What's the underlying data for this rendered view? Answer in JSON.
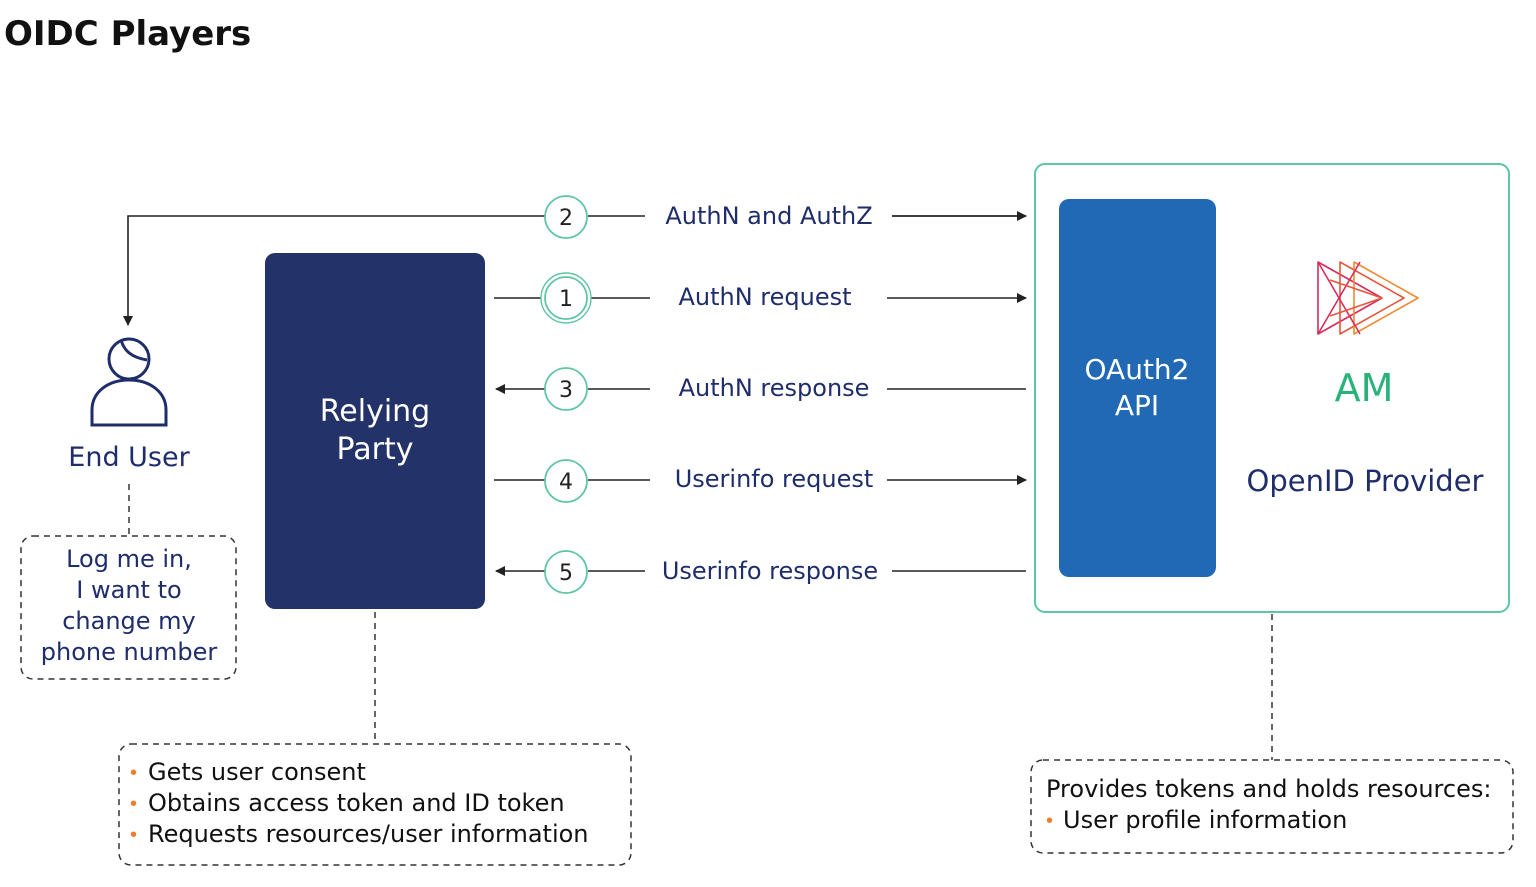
{
  "title": "OIDC Players",
  "end_user": {
    "label": "End User",
    "quote_lines": [
      "Log me in,",
      "I want to",
      "change my",
      "phone number"
    ]
  },
  "relying_party": {
    "label_lines": [
      "Relying",
      "Party"
    ],
    "notes": [
      "Gets user consent",
      "Obtains access token and ID token",
      "Requests resources/user information"
    ]
  },
  "openid_provider": {
    "api_lines": [
      "OAuth2",
      "API"
    ],
    "brand": "AM",
    "label": "OpenID Provider",
    "notes_heading": "Provides tokens and holds resources:",
    "notes": [
      "User profile information"
    ]
  },
  "flows": [
    {
      "step": "2",
      "label": "AuthN and AuthZ"
    },
    {
      "step": "1",
      "label": "AuthN request"
    },
    {
      "step": "3",
      "label": "AuthN response"
    },
    {
      "step": "4",
      "label": "Userinfo request"
    },
    {
      "step": "5",
      "label": "Userinfo response"
    }
  ],
  "colors": {
    "relying_party_fill": "#233269",
    "api_fill": "#2168b5",
    "provider_border": "#5ec6a0",
    "step_circle": "#5ec6a0",
    "bullet": "#f07c2c",
    "brand_green": "#2ab27b"
  },
  "icons": [
    "user-icon",
    "am-logo-icon"
  ]
}
